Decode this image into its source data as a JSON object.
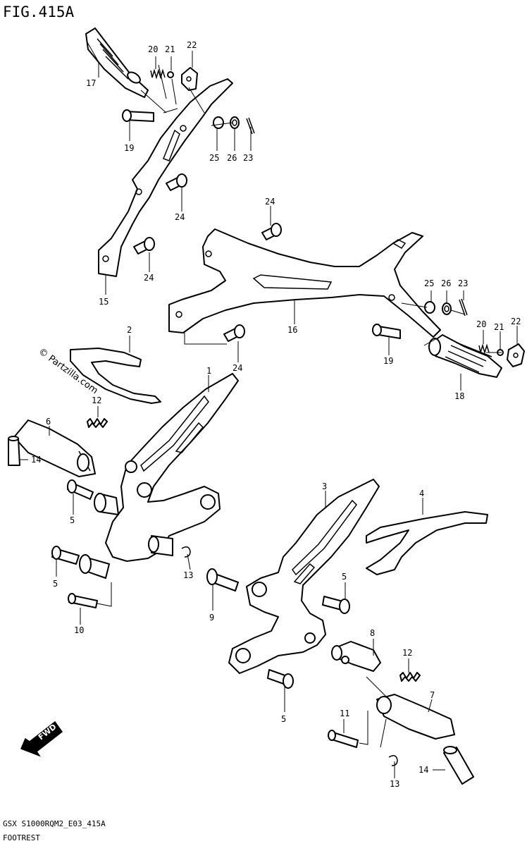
{
  "figure": {
    "title": "FIG.415A"
  },
  "watermark": "© Partzilla.com",
  "fwd_label": "FWD",
  "footer": {
    "code": "GSX S1000RQM2_E03_415A",
    "section": "FOOTREST"
  },
  "callouts": {
    "c1": "1",
    "c2": "2",
    "c3": "3",
    "c4": "4",
    "c5a": "5",
    "c5b": "5",
    "c5c": "5",
    "c5d": "5",
    "c6": "6",
    "c7": "7",
    "c8": "8",
    "c9": "9",
    "c10": "10",
    "c11": "11",
    "c12a": "12",
    "c12b": "12",
    "c13a": "13",
    "c13b": "13",
    "c14a": "14",
    "c14b": "14",
    "c15": "15",
    "c16": "16",
    "c17": "17",
    "c18": "18",
    "c19a": "19",
    "c19b": "19",
    "c20a": "20",
    "c20b": "20",
    "c21a": "21",
    "c21b": "21",
    "c22a": "22",
    "c22b": "22",
    "c23a": "23",
    "c23b": "23",
    "c24a": "24",
    "c24b": "24",
    "c24c": "24",
    "c24d": "24",
    "c25a": "25",
    "c25b": "25",
    "c26a": "26",
    "c26b": "26"
  }
}
